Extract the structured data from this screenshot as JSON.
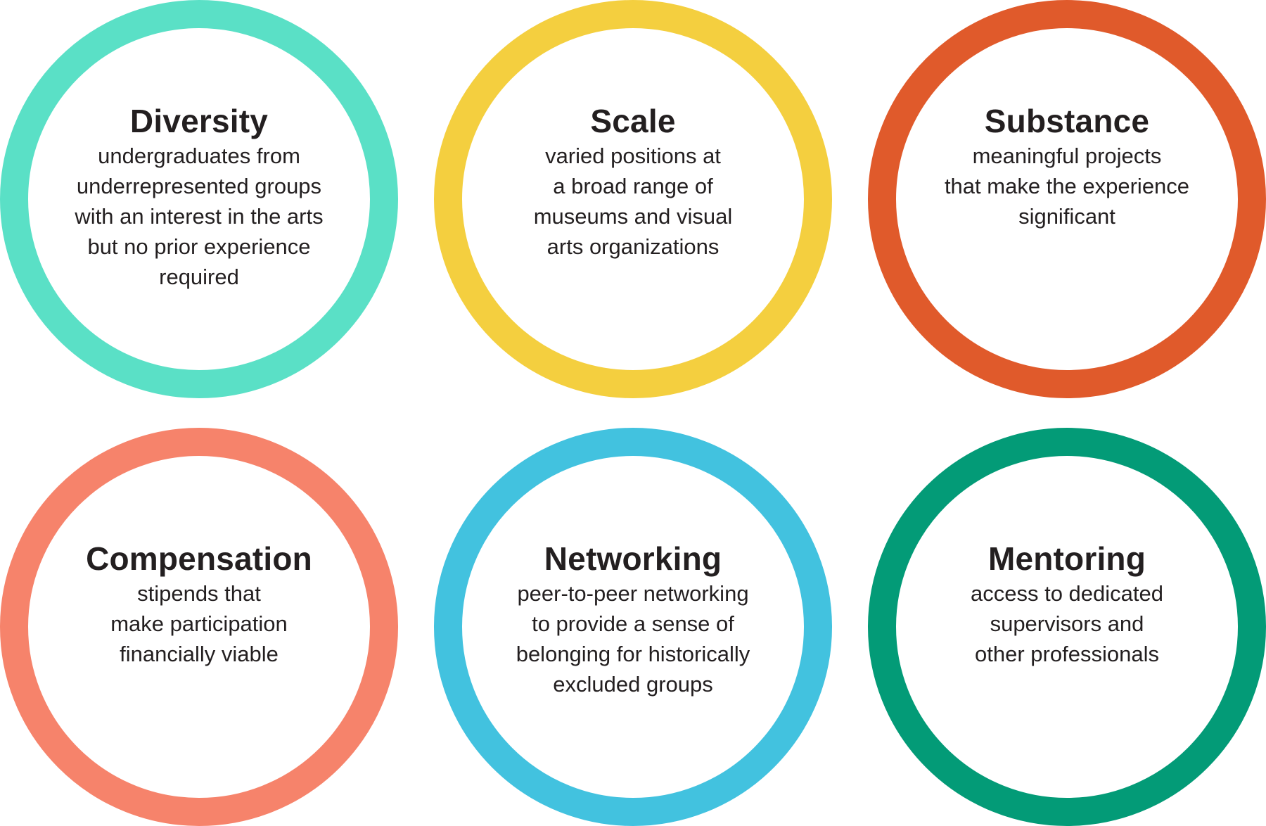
{
  "diagram": {
    "items": [
      {
        "title": "Diversity",
        "description": "undergraduates from\nunderrepresented groups\nwith an interest in the arts\nbut no prior experience\nrequired",
        "color": "#5ae0c6"
      },
      {
        "title": "Scale",
        "description": "varied positions at\na broad range of\nmuseums and visual\narts organizations",
        "color": "#f4cf3f"
      },
      {
        "title": "Substance",
        "description": "meaningful projects\nthat make the experience\nsignificant",
        "color": "#e05a2b"
      },
      {
        "title": "Compensation",
        "description": "stipends that\nmake participation\nfinancially viable",
        "color": "#f6836b"
      },
      {
        "title": "Networking",
        "description": "peer-to-peer networking\nto provide a sense of\nbelonging for historically\nexcluded groups",
        "color": "#42c2df"
      },
      {
        "title": "Mentoring",
        "description": "access to dedicated\nsupervisors and\nother professionals",
        "color": "#039b77"
      }
    ]
  }
}
